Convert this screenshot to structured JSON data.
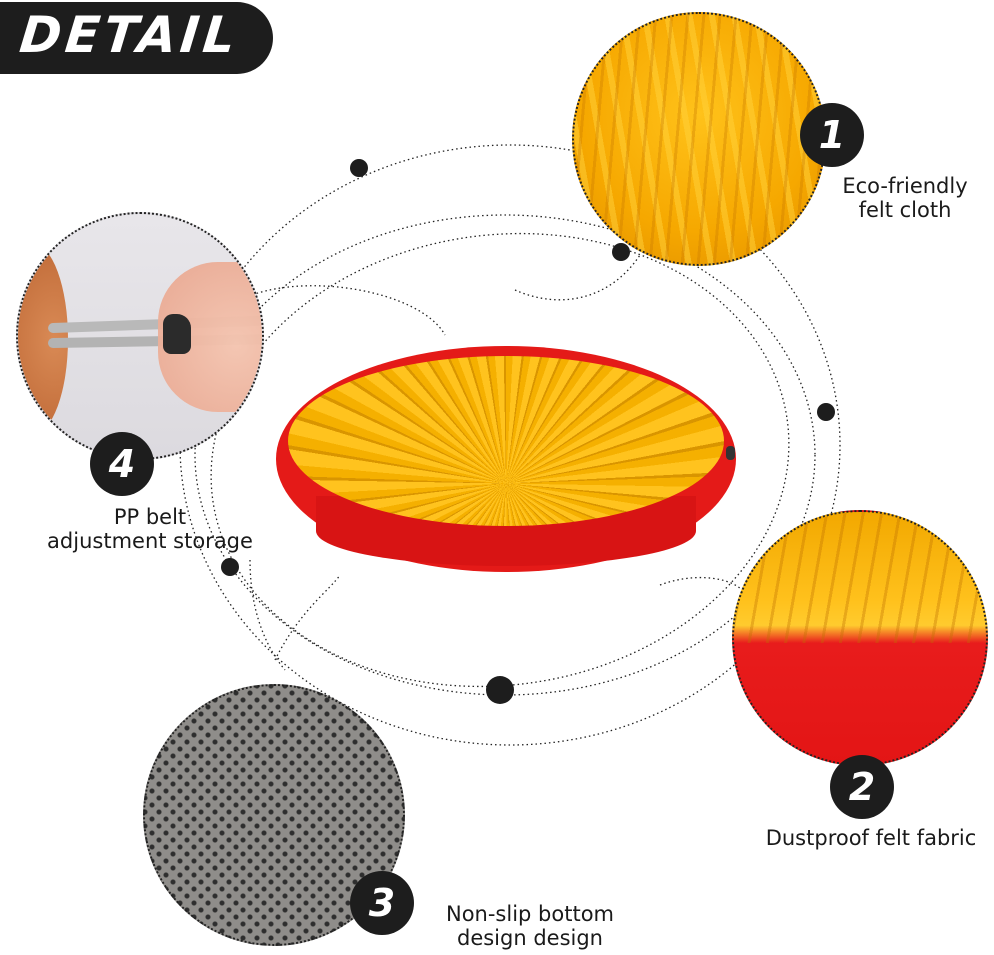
{
  "header": {
    "title": "DETAIL"
  },
  "features": [
    {
      "number": "1",
      "label_line1": "Eco-friendly",
      "label_line2": "felt cloth",
      "photo": "yellow felt strips close-up"
    },
    {
      "number": "2",
      "label_line1": "Dustproof felt fabric",
      "label_line2": "",
      "photo": "red fabric edge with yellow felt"
    },
    {
      "number": "3",
      "label_line1": "Non-slip bottom",
      "label_line2": "design design",
      "photo": "grey non-slip dotted bottom"
    },
    {
      "number": "4",
      "label_line1": "PP belt",
      "label_line2": "adjustment storage",
      "photo": "hand adjusting drawstring toggle"
    }
  ],
  "product": {
    "name": "snuffle mat bowl",
    "colors": {
      "rim": "#e41a18",
      "felt": "#ffc31e"
    }
  },
  "colors": {
    "badge": "#1d1d1d",
    "text": "#1a1a1a",
    "background": "#ffffff"
  }
}
